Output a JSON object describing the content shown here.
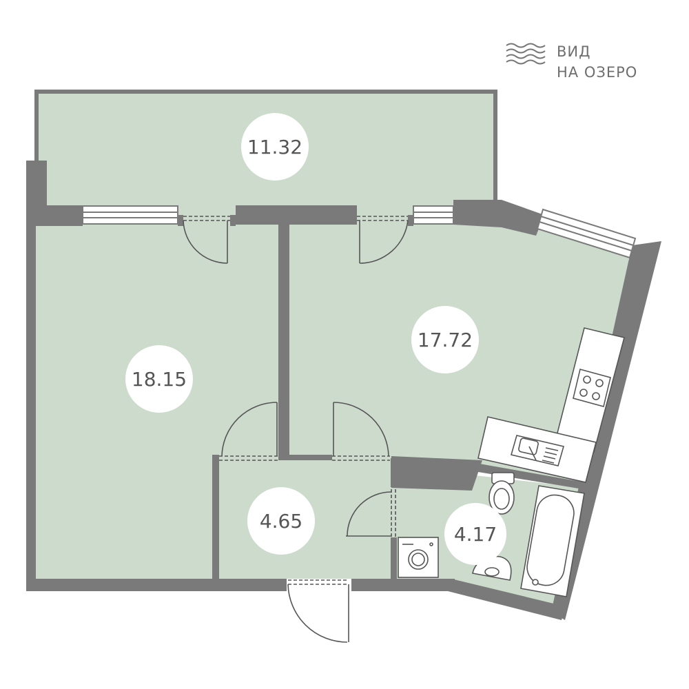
{
  "view_note": {
    "line1": "ВИД",
    "line2": "НА ОЗЕРО",
    "icon": "waves-icon"
  },
  "rooms": [
    {
      "id": "balcony",
      "area": "11.32"
    },
    {
      "id": "bedroom",
      "area": "18.15"
    },
    {
      "id": "living-kitchen",
      "area": "17.72"
    },
    {
      "id": "hallway",
      "area": "4.65"
    },
    {
      "id": "bathroom",
      "area": "4.17"
    }
  ],
  "colors": {
    "floor": "#cddbcd",
    "wall": "#7a7a7a",
    "label_circle": "#ffffff",
    "label_text": "#555555",
    "fixture_stroke": "#555555"
  }
}
